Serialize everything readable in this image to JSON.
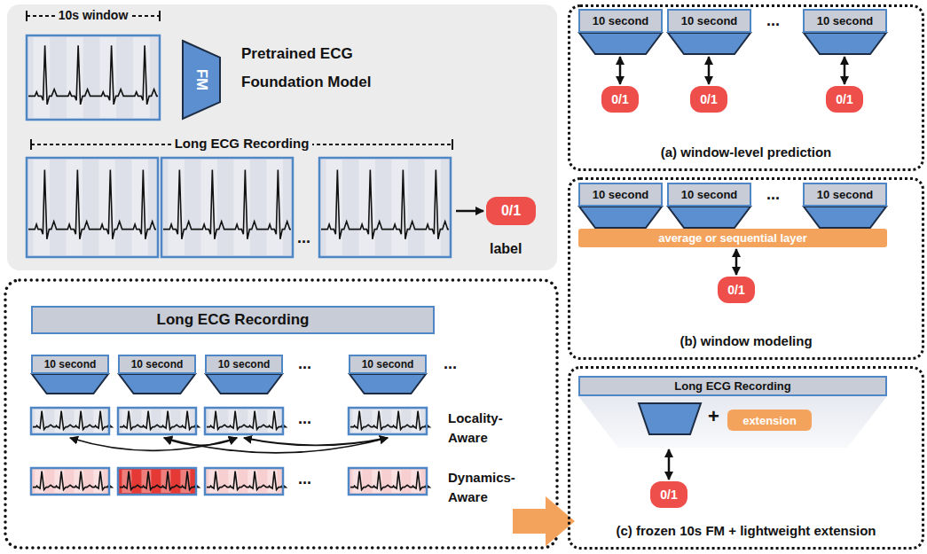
{
  "diagram": {
    "nodes": [
      {
        "text": [
          "FM"
        ]
      },
      {
        "text": [
          "0/1"
        ]
      },
      {
        "text": [
          "(a) window-level prediction"
        ]
      },
      {
        "text": [
          "10 second"
        ],
        "in": 2
      },
      {
        "text": [
          "10 second"
        ],
        "in": 2
      },
      {
        "text": [
          "10 second"
        ],
        "in": 2
      },
      {
        "text": [
          "0/1"
        ],
        "in": 2
      },
      {
        "text": [
          "0/1"
        ],
        "in": 2
      },
      {
        "text": [
          "0/1"
        ],
        "in": 2
      },
      {
        "text": [
          "(b) window modeling"
        ]
      },
      {
        "text": [
          "10 second"
        ],
        "in": 9
      },
      {
        "text": [
          "10 second"
        ],
        "in": 9
      },
      {
        "text": [
          "10 second"
        ],
        "in": 9
      },
      {
        "text": [
          "average or sequential layer"
        ],
        "in": 9
      },
      {
        "text": [
          "0/1"
        ],
        "in": 9
      },
      {
        "text": [
          "(c) frozen 10s FM + lightweight extension"
        ]
      },
      {
        "text": [
          "Long ECG Recording"
        ],
        "in": 15
      },
      {
        "text": [
          "+"
        ],
        "in": 15
      },
      {
        "text": [
          "extension"
        ],
        "in": 17
      },
      {
        "text": [
          "0/1"
        ],
        "in": 15
      },
      {
        "text": [
          "Long ECG Recording"
        ]
      },
      {
        "text": [
          "10 second"
        ]
      },
      {
        "text": [
          "10 second"
        ]
      },
      {
        "text": [
          "10 second"
        ]
      },
      {
        "text": [
          "10 second"
        ]
      }
    ],
    "edges": [
      {
        "from": 3,
        "to": 6,
        "arrow": "both"
      },
      {
        "from": 4,
        "to": 7,
        "arrow": "both"
      },
      {
        "from": 5,
        "to": 8,
        "arrow": "both"
      },
      {
        "from": 13,
        "to": 14,
        "arrow": "both"
      },
      {
        "from": 17,
        "to": 19,
        "arrow": "both"
      }
    ],
    "labels": [
      "10s window",
      "Pretrained ECG Foundation Model",
      "Long ECG Recording",
      "...",
      "label",
      "...",
      "...",
      "...",
      "Locality-Aware",
      "...",
      "Dynamics-Aware",
      "...",
      "..."
    ]
  }
}
